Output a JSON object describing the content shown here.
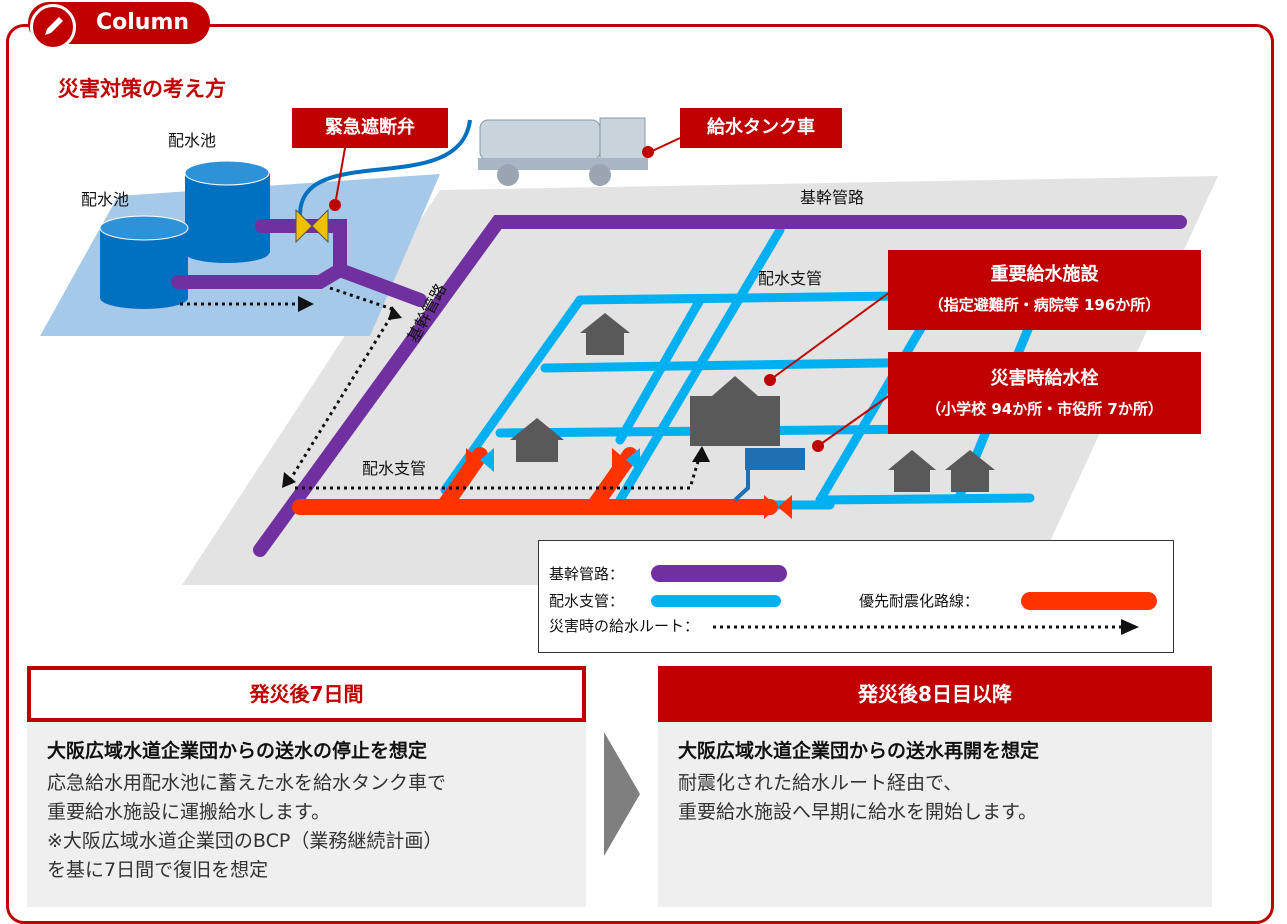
{
  "column_tab": "Column",
  "title": "災害対策の考え方",
  "labels": {
    "reservoir1": "配水池",
    "reservoir2": "配水池",
    "emergency_valve": "緊急遮断弁",
    "water_truck": "給水タンク車",
    "trunk_main_top": "基幹管路",
    "trunk_main_diag": "基幹管路",
    "distribution_top": "配水支管",
    "distribution_bottom": "配水支管",
    "important_facility_title": "重要給水施設",
    "important_facility_sub": "（指定避難所・病院等 196か所）",
    "hydrant_title": "災害時給水栓",
    "hydrant_sub": "（小学校 94か所・市役所 7か所）"
  },
  "legend": {
    "trunk": "基幹管路：",
    "distribution": "配水支管：",
    "priority": "優先耐震化路線：",
    "route": "災害時の給水ルート：",
    "colors": {
      "trunk": "#7030a0",
      "distribution": "#00b0f0",
      "priority": "#ff3300",
      "accent": "#c00000"
    }
  },
  "phase1": {
    "header": "発災後7日間",
    "heading": "大阪広域水道企業団からの送水の停止を想定",
    "lines": [
      "応急給水用配水池に蓄えた水を給水タンク車で",
      "重要給水施設に運搬給水します。",
      "※大阪広域水道企業団のBCP（業務継続計画）",
      "を基に7日間で復旧を想定"
    ]
  },
  "phase2": {
    "header": "発災後8日目以降",
    "heading": "大阪広域水道企業団からの送水再開を想定",
    "lines": [
      "耐震化された給水ルート経由で、",
      "重要給水施設へ早期に給水を開始します。"
    ]
  }
}
